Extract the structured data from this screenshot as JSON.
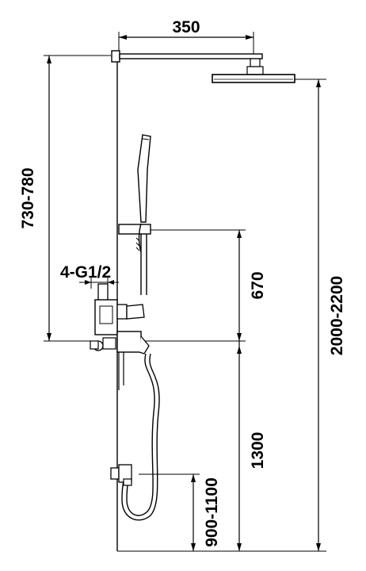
{
  "diagram": {
    "dimensions": {
      "arm_length": "350",
      "inlet_height": "730-780",
      "thread_spec": "4-G1/2",
      "slide_rail": "670",
      "head_height": "2000-2200",
      "valve_height": "1300",
      "outlet_height": "900-1100"
    },
    "colors": {
      "ink": "#000000",
      "background": "#ffffff"
    }
  }
}
